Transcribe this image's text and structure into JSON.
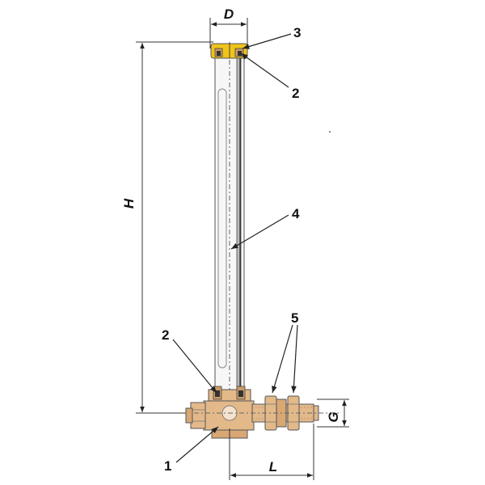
{
  "dimensions": {
    "D": "D",
    "H": "H",
    "L": "L",
    "G": "G"
  },
  "callouts": {
    "c1": "1",
    "c2_top": "2",
    "c2_bottom": "2",
    "c3": "3",
    "c4": "4",
    "c5": "5"
  },
  "colors": {
    "brass": "#e3b98a",
    "brass_dark": "#c99a66",
    "cap": "#f0c419",
    "glass": "#f7f7f7",
    "line": "#333333"
  }
}
